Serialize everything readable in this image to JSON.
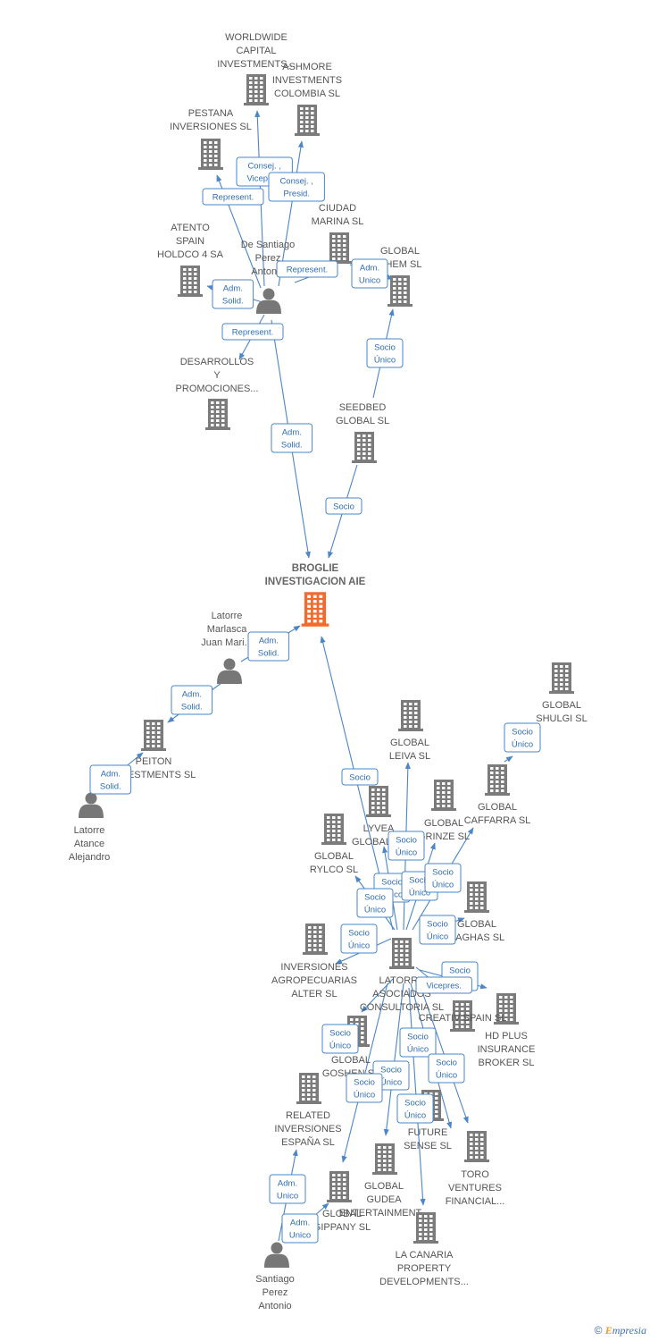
{
  "colors": {
    "edge": "#4a86c8",
    "company": "#7b7b7b",
    "main": "#f26a2e",
    "person": "#777777"
  },
  "footer": {
    "copyright": "©",
    "brand_initial": "E",
    "brand_rest": "mpresia"
  },
  "nodes": [
    {
      "id": "worldwide",
      "type": "company",
      "label": [
        "WORLDWIDE",
        "CAPITAL",
        "INVESTMENTS..."
      ]
    },
    {
      "id": "ashmore",
      "type": "company",
      "label": [
        "ASHMORE",
        "INVESTMENTS",
        "COLOMBIA SL"
      ]
    },
    {
      "id": "pestana",
      "type": "company",
      "label": [
        "PESTANA",
        "INVERSIONES SL"
      ]
    },
    {
      "id": "ciudad",
      "type": "company",
      "label": [
        "CIUDAD",
        "MARINA SL"
      ]
    },
    {
      "id": "atento",
      "type": "company",
      "label": [
        "ATENTO",
        "SPAIN",
        "HOLDCO 4 SA"
      ]
    },
    {
      "id": "desantiago",
      "type": "person",
      "label": [
        "De Santiago",
        "Perez",
        "Antonio"
      ]
    },
    {
      "id": "globalchem",
      "type": "company",
      "label": [
        "GLOBAL",
        "CHEM SL"
      ]
    },
    {
      "id": "desarrollos",
      "type": "company",
      "label": [
        "DESARROLLOS",
        "Y",
        "PROMOCIONES..."
      ]
    },
    {
      "id": "seedbed",
      "type": "company",
      "label": [
        "SEEDBED",
        "GLOBAL  SL"
      ]
    },
    {
      "id": "broglie",
      "type": "main",
      "label": [
        "BROGLIE",
        "INVESTIGACION AIE"
      ]
    },
    {
      "id": "latorremarlasca",
      "type": "person",
      "label": [
        "Latorre",
        "Marlasca",
        "Juan Mari..."
      ]
    },
    {
      "id": "peiton",
      "type": "company",
      "label": [
        "PEITON",
        "INVESTMENTS SL"
      ]
    },
    {
      "id": "latorreatance",
      "type": "person",
      "label": [
        "Latorre",
        "Atance",
        "Alejandro"
      ]
    },
    {
      "id": "shulgi",
      "type": "company",
      "label": [
        "GLOBAL",
        "SHULGI  SL"
      ]
    },
    {
      "id": "leiva",
      "type": "company",
      "label": [
        "GLOBAL",
        "LEIVA  SL"
      ]
    },
    {
      "id": "caffarra",
      "type": "company",
      "label": [
        "GLOBAL",
        "CAFFARRA  SL"
      ]
    },
    {
      "id": "lyvea",
      "type": "company",
      "label": [
        "LYVEA",
        "GLOBAL SL"
      ]
    },
    {
      "id": "grinze",
      "type": "company",
      "label": [
        "GLOBAL",
        "GRINZE  SL"
      ]
    },
    {
      "id": "rylco",
      "type": "company",
      "label": [
        "GLOBAL",
        "RYLCO  SL"
      ]
    },
    {
      "id": "baghas",
      "type": "company",
      "label": [
        "GLOBAL",
        "BAGHAS  SL"
      ]
    },
    {
      "id": "agropecuarias",
      "type": "company",
      "label": [
        "INVERSIONES",
        "AGROPECUARIAS",
        "ALTER  SL"
      ]
    },
    {
      "id": "latorreasoc",
      "type": "company",
      "label": [
        "LATORRE",
        "ASOCIADOS",
        "CONSULTORIA SL"
      ]
    },
    {
      "id": "hdplus",
      "type": "company",
      "label": [
        "HD PLUS",
        "INSURANCE",
        "BROKER  SL"
      ]
    },
    {
      "id": "creativ",
      "type": "company",
      "label": [
        "CREATIV SPAIN  SL"
      ]
    },
    {
      "id": "goshen",
      "type": "company",
      "label": [
        "GLOBAL",
        "GOSHEN SL"
      ]
    },
    {
      "id": "related",
      "type": "company",
      "label": [
        "RELATED",
        "INVERSIONES",
        "ESPAÑA  SL"
      ]
    },
    {
      "id": "future",
      "type": "company",
      "label": [
        "FUTURE",
        "SENSE  SL"
      ]
    },
    {
      "id": "toro",
      "type": "company",
      "label": [
        "TORO",
        "VENTURES",
        "FINANCIAL..."
      ]
    },
    {
      "id": "gudea",
      "type": "company",
      "label": [
        "GLOBAL",
        "GUDEA",
        "ENTERTAINMENT..."
      ]
    },
    {
      "id": "gippany",
      "type": "company",
      "label": [
        "GLOBAL",
        "GIPPANY  SL"
      ]
    },
    {
      "id": "santiago",
      "type": "person",
      "label": [
        "Santiago",
        "Perez",
        "Antonio"
      ]
    },
    {
      "id": "lacanaria",
      "type": "company",
      "label": [
        "LA CANARIA",
        "PROPERTY",
        "DEVELOPMENTS..."
      ]
    }
  ],
  "edges": [
    {
      "from": "desantiago",
      "to": "worldwide",
      "label": [
        "Consej. ,",
        "Vicepres."
      ]
    },
    {
      "from": "desantiago",
      "to": "ashmore",
      "label": [
        "Consej. ,",
        "Presid."
      ]
    },
    {
      "from": "desantiago",
      "to": "pestana",
      "label": [
        "Represent."
      ]
    },
    {
      "from": "desantiago",
      "to": "ciudad",
      "label": [
        "Represent."
      ]
    },
    {
      "from": "desantiago",
      "to": "atento",
      "label": [
        "Adm.",
        "Solid."
      ]
    },
    {
      "from": "desantiago",
      "to": "desarrollos",
      "label": [
        "Represent."
      ]
    },
    {
      "from": "desantiago",
      "to": "broglie",
      "label": [
        "Adm.",
        "Solid."
      ]
    },
    {
      "from": "seedbed",
      "to": "globalchem",
      "label": [
        "Socio",
        "Único"
      ]
    },
    {
      "from": "seedbed",
      "to": "broglie",
      "label": [
        "Socio"
      ]
    },
    {
      "from": "ciudad",
      "to": "globalchem",
      "label": [
        "Adm.",
        "Unico"
      ]
    },
    {
      "from": "latorremarlasca",
      "to": "broglie",
      "label": [
        "Adm.",
        "Solid."
      ]
    },
    {
      "from": "latorremarlasca",
      "to": "peiton",
      "label": [
        "Adm.",
        "Solid."
      ]
    },
    {
      "from": "latorreatance",
      "to": "peiton",
      "label": [
        "Adm.",
        "Solid."
      ]
    },
    {
      "from": "latorreasoc",
      "to": "broglie",
      "label": [
        "Socio"
      ]
    },
    {
      "from": "caffarra",
      "to": "shulgi",
      "label": [
        "Socio",
        "Único"
      ]
    },
    {
      "from": "latorreasoc",
      "to": "leiva",
      "label": [
        "Socio",
        "Único"
      ]
    },
    {
      "from": "latorreasoc",
      "to": "lyvea",
      "label": [
        "Socio",
        "Único"
      ]
    },
    {
      "from": "latorreasoc",
      "to": "grinze",
      "label": [
        "Socio",
        "Único"
      ]
    },
    {
      "from": "latorreasoc",
      "to": "caffarra",
      "label": [
        "Socio",
        "Único"
      ]
    },
    {
      "from": "latorreasoc",
      "to": "rylco",
      "label": [
        "Socio",
        "Único"
      ]
    },
    {
      "from": "latorreasoc",
      "to": "baghas",
      "label": [
        "Socio",
        "Único"
      ]
    },
    {
      "from": "latorreasoc",
      "to": "agropecuarias",
      "label": [
        "Socio",
        "Único"
      ]
    },
    {
      "from": "latorreasoc",
      "to": "hdplus",
      "label": [
        "Socio",
        "Único"
      ]
    },
    {
      "from": "latorreasoc",
      "to": "creativ",
      "label": [
        "Vicepres."
      ]
    },
    {
      "from": "latorreasoc",
      "to": "goshen",
      "label": [
        "Socio",
        "Único"
      ]
    },
    {
      "from": "latorreasoc",
      "to": "future",
      "label": [
        "Socio",
        "Único"
      ]
    },
    {
      "from": "latorreasoc",
      "to": "toro",
      "label": [
        "Socio",
        "Único"
      ]
    },
    {
      "from": "latorreasoc",
      "to": "gudea",
      "label": [
        "Socio",
        "Único"
      ]
    },
    {
      "from": "latorreasoc",
      "to": "gippany",
      "label": [
        "Socio",
        "Único"
      ]
    },
    {
      "from": "latorreasoc",
      "to": "lacanaria",
      "label": [
        "Socio",
        "Único"
      ]
    },
    {
      "from": "santiago",
      "to": "related",
      "label": [
        "Adm.",
        "Unico"
      ]
    },
    {
      "from": "santiago",
      "to": "gippany",
      "label": [
        "Adm.",
        "Unico"
      ]
    }
  ]
}
